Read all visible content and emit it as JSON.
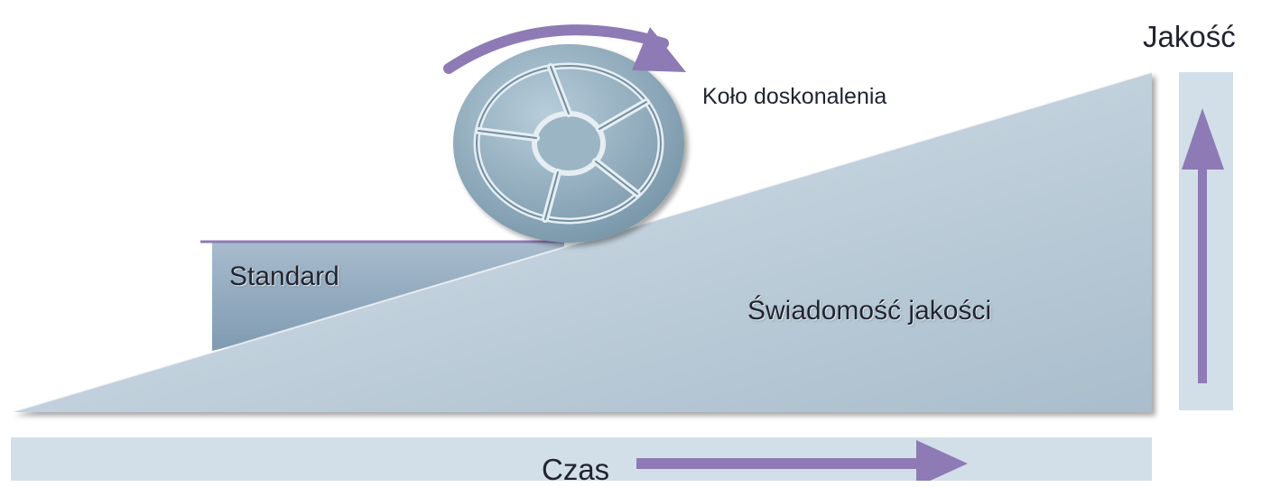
{
  "labels": {
    "quality_axis": "Jakość",
    "improvement_wheel": "Koło doskonalenia",
    "standard": "Standard",
    "quality_awareness": "Świadomość jakości",
    "time_axis": "Czas"
  },
  "colors": {
    "arrow": "#8e7ab5",
    "ramp": "#b9cad7",
    "standard_block": "#8fa8bd",
    "axis_band": "#d3dfe8",
    "wheel": "#8aa7b8"
  },
  "icons": {
    "wheel": "wheel-icon",
    "rotation": "curved-arrow-icon",
    "time_arrow": "arrow-right-icon",
    "quality_arrow": "arrow-up-icon"
  }
}
